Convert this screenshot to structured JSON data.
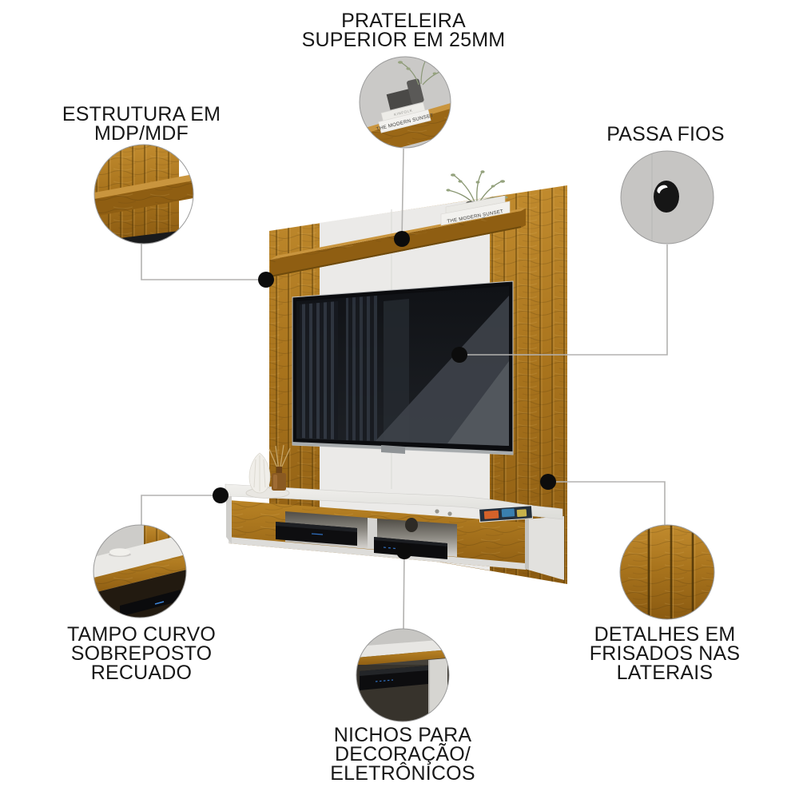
{
  "product_diagram": {
    "callouts": [
      {
        "id": "prateleira",
        "position": "top",
        "lines": [
          "PRATELEIRA",
          "SUPERIOR EM 25MM"
        ]
      },
      {
        "id": "estrutura",
        "position": "left-upper",
        "lines": [
          "ESTRUTURA EM",
          "MDP/MDF"
        ]
      },
      {
        "id": "passa-fios",
        "position": "right-upper",
        "lines": [
          "PASSA FIOS"
        ]
      },
      {
        "id": "tampo",
        "position": "left-lower",
        "lines": [
          "TAMPO CURVO",
          "SOBREPOSTO",
          "RECUADO"
        ]
      },
      {
        "id": "frisados",
        "position": "right-lower",
        "lines": [
          "DETALHES EM",
          "FRISADOS NAS",
          "LATERAIS"
        ]
      },
      {
        "id": "nichos",
        "position": "bottom",
        "lines": [
          "NICHOS PARA",
          "DECORAÇÃO/",
          "ELETRÔNICOS"
        ]
      }
    ],
    "decor_text": {
      "book_spine_large": "THE MODERN SUNSET",
      "book_spine_small": "KINFOLK"
    },
    "colors": {
      "wood": "#a9741d",
      "wood_dark": "#8a5a11",
      "panel_white": "#ebeae8",
      "tv_black": "#0b0c0f",
      "callout_line": "#b3b2b0",
      "callout_dot": "#0c0c0c",
      "text": "#171717",
      "detail_circle_gray": "#c6c5c3"
    }
  }
}
